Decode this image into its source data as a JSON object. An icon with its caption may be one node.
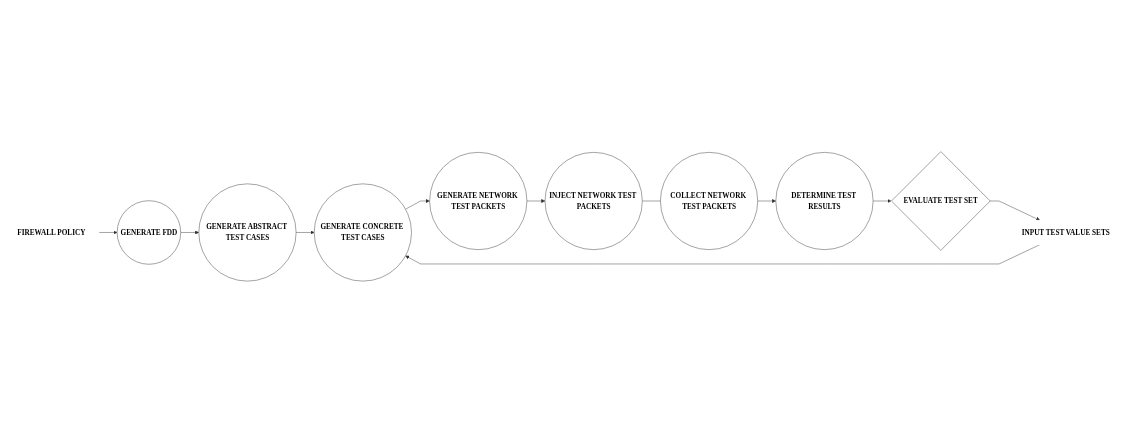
{
  "diagram": {
    "nodes": [
      {
        "text": [
          "FIREWALL POLICY"
        ]
      },
      {
        "text": [
          "GENERATE FDD"
        ]
      },
      {
        "text": [
          "GENERATE ABSTRACT TEST CASES"
        ]
      },
      {
        "text": [
          "GENERATE CONCRETE TEST CASES"
        ]
      },
      {
        "text": [
          "INPUT TEST VALUE SETS"
        ]
      },
      {
        "text": [
          "GENERATE NETWORK TEST PACKETS"
        ]
      },
      {
        "text": [
          "INJECT NETWORK TEST PACKETS"
        ]
      },
      {
        "text": [
          "COLLECT NETWORK TEST PACKETS"
        ]
      },
      {
        "text": [
          "DETERMINE TEST RESULTS"
        ]
      },
      {
        "text": [
          "EVALUATE TEST SET"
        ]
      }
    ],
    "edges": [
      {
        "from": 0,
        "to": 1,
        "arrow": "to"
      },
      {
        "from": 1,
        "to": 2,
        "arrow": "to"
      },
      {
        "from": 2,
        "to": 3,
        "arrow": "to"
      },
      {
        "from": 4,
        "to": 3,
        "arrow": "to"
      },
      {
        "from": 3,
        "to": 5,
        "arrow": "to"
      },
      {
        "from": 5,
        "to": 6,
        "arrow": "to"
      },
      {
        "from": 6,
        "to": 7,
        "arrow": "none"
      },
      {
        "from": 7,
        "to": 8,
        "arrow": "to"
      },
      {
        "from": 8,
        "to": 9,
        "arrow": "to"
      },
      {
        "from": 9,
        "to": 4,
        "arrow": "to"
      }
    ]
  }
}
